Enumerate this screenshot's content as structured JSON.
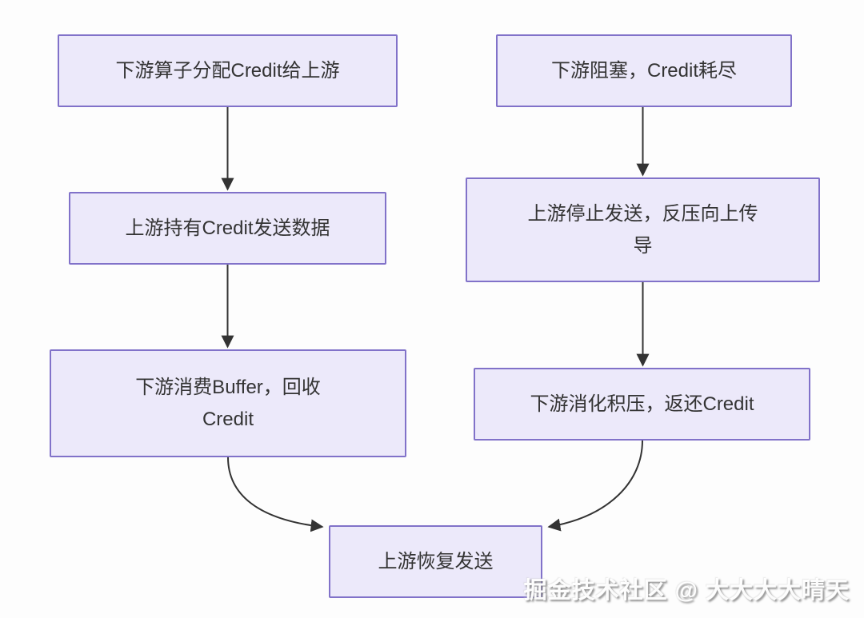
{
  "diagram": {
    "title_implicit": "Credit-based flow control / backpressure flow",
    "colors": {
      "box_fill": "#ece9fa",
      "box_border": "#8172c9",
      "arrow": "#333333",
      "text": "#333333",
      "background": "#fdfdfd"
    },
    "boxes": [
      {
        "id": "left-1",
        "label": "下游算子分配Credit给上游"
      },
      {
        "id": "right-1",
        "label": "下游阻塞，Credit耗尽"
      },
      {
        "id": "left-2",
        "label": "上游持有Credit发送数据"
      },
      {
        "id": "right-2",
        "label": "上游停止发送，反压向上传\n导"
      },
      {
        "id": "left-3",
        "label": "下游消费Buffer，回收\nCredit"
      },
      {
        "id": "right-3",
        "label": "下游消化积压，返还Credit"
      },
      {
        "id": "bottom",
        "label": "上游恢复发送"
      }
    ],
    "edges": [
      {
        "from": "left-1",
        "to": "left-2"
      },
      {
        "from": "left-2",
        "to": "left-3"
      },
      {
        "from": "right-1",
        "to": "right-2"
      },
      {
        "from": "right-2",
        "to": "right-3"
      },
      {
        "from": "left-3",
        "to": "bottom"
      },
      {
        "from": "right-3",
        "to": "bottom"
      }
    ],
    "watermark": "掘金技术社区 @ 大大大大晴天"
  }
}
